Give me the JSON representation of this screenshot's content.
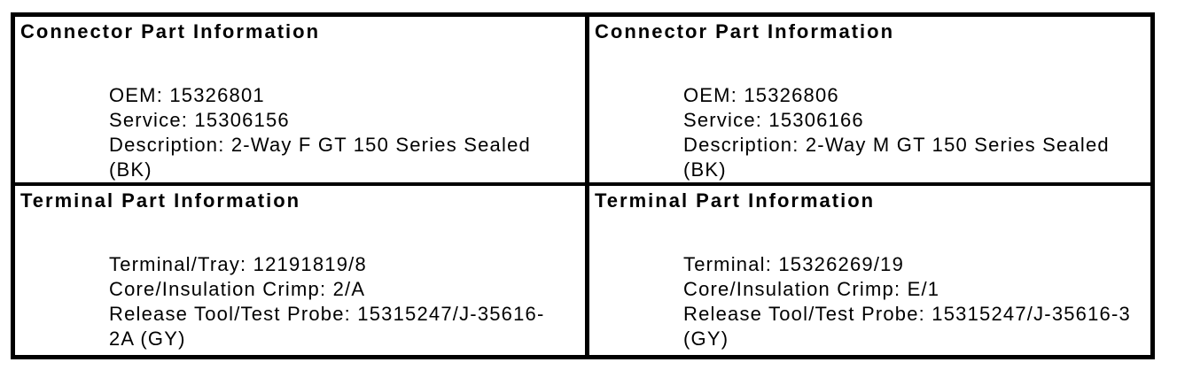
{
  "colors": {
    "border": "#000000",
    "text": "#000000",
    "background": "#ffffff"
  },
  "table": {
    "cells": [
      {
        "id": "connector-info-left",
        "heading": "Connector Part Information",
        "lines": [
          "OEM: 15326801",
          "Service: 15306156",
          "Description: 2-Way F GT 150 Series Sealed",
          "(BK)"
        ]
      },
      {
        "id": "connector-info-right",
        "heading": "Connector Part Information",
        "lines": [
          "OEM: 15326806",
          "Service: 15306166",
          "Description: 2-Way M GT 150 Series Sealed",
          "(BK)"
        ]
      },
      {
        "id": "terminal-info-left",
        "heading": "Terminal Part Information",
        "lines": [
          "Terminal/Tray: 12191819/8",
          "Core/Insulation Crimp: 2/A",
          "Release Tool/Test Probe: 15315247/J-35616-",
          "2A (GY)"
        ]
      },
      {
        "id": "terminal-info-right",
        "heading": "Terminal Part Information",
        "lines": [
          "Terminal: 15326269/19",
          "Core/Insulation Crimp: E/1",
          "Release Tool/Test Probe: 15315247/J-35616-3",
          "(GY)"
        ]
      }
    ]
  }
}
